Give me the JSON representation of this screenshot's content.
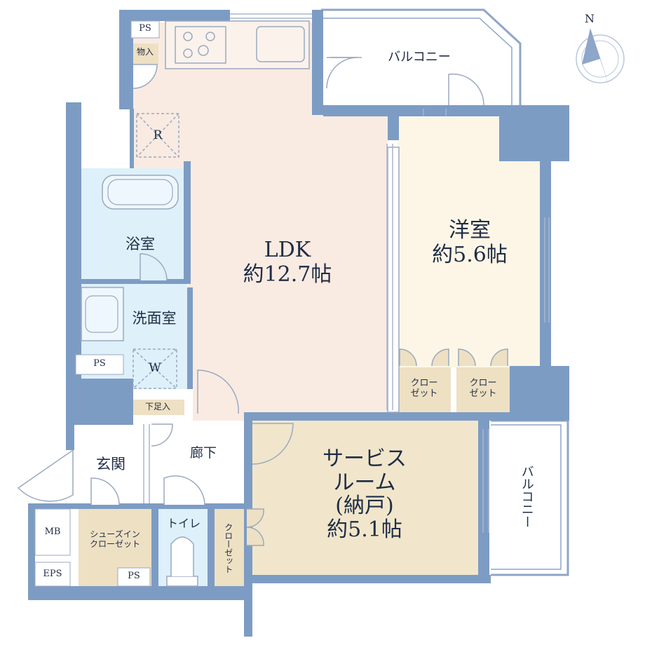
{
  "rooms": {
    "ldk": {
      "name": "LDK",
      "size": "約12.7帖"
    },
    "western": {
      "name": "洋室",
      "size": "約5.6帖"
    },
    "service": {
      "line1": "サービス",
      "line2": "ルーム",
      "line3": "(納戸)",
      "size": "約5.1帖"
    },
    "bath": "浴室",
    "washroom": "洗面室",
    "entrance": "玄関",
    "hallway": "廊下",
    "toilet": "トイレ",
    "balcony_top": "バルコニー",
    "balcony_right": "バルコニー"
  },
  "closets": {
    "western_left": {
      "line1": "クロー",
      "line2": "ゼット"
    },
    "western_right": {
      "line1": "クロー",
      "line2": "ゼット"
    },
    "shoes": {
      "line1": "シューズイン",
      "line2": "クローゼット"
    },
    "hall": "クローゼット"
  },
  "small_labels": {
    "ps_top": "PS",
    "ps_wash": "PS",
    "ps_bottom": "PS",
    "storage": "物入",
    "underfloor": "下足入",
    "mb": "MB",
    "eps": "EPS",
    "fridge": "R",
    "washer": "W"
  },
  "compass": {
    "north": "N"
  },
  "colors": {
    "wall": "#7d9cc4",
    "ldk_floor": "#f9ebe2",
    "western_floor": "#fdf6e6",
    "service_floor": "#f1e6cb",
    "wet_floor": "#def0fa",
    "closet_floor": "#eee0c3",
    "text": "#1f2d46"
  }
}
